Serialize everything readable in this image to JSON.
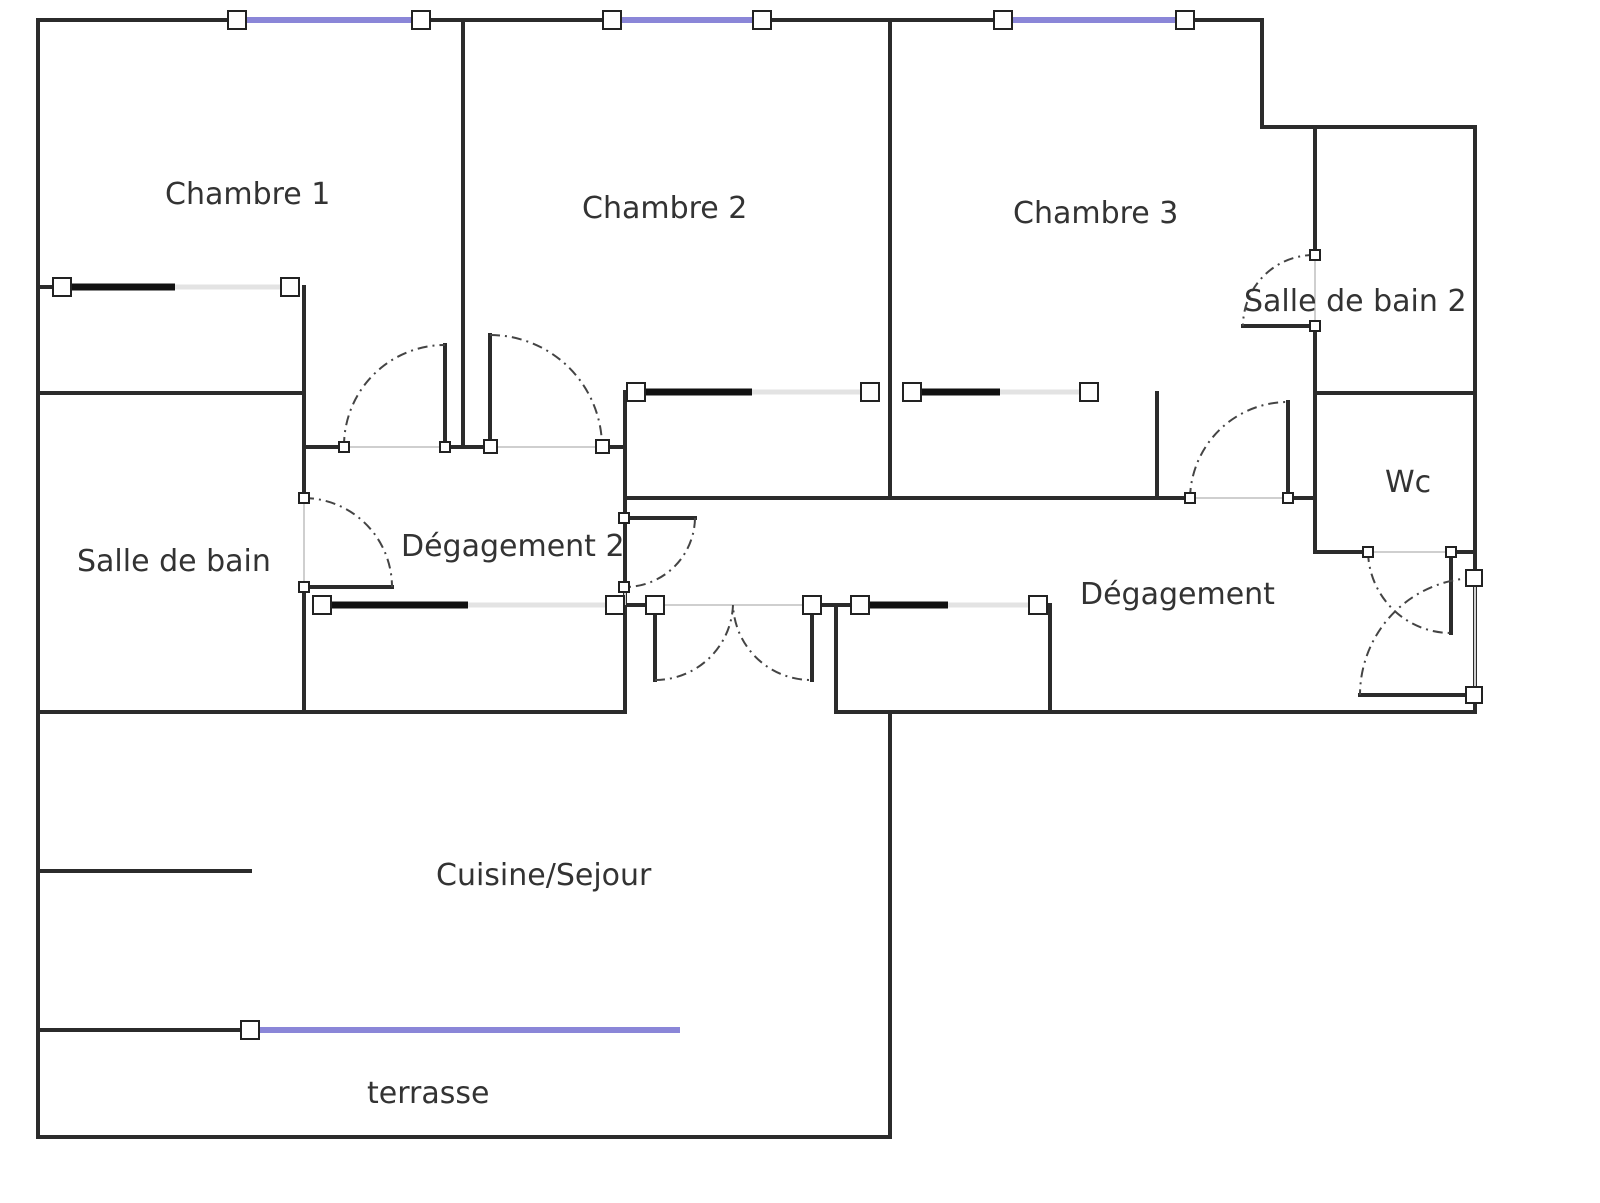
{
  "plan": {
    "rooms": {
      "chambre1": "Chambre 1",
      "chambre2": "Chambre 2",
      "chambre3": "Chambre 3",
      "salle_de_bain2": "Salle de bain 2",
      "wc": "Wc",
      "salle_de_bain": "Salle de bain",
      "degagement2": "Dégagement 2",
      "degagement": "Dégagement",
      "cuisine_sejour": "Cuisine/Sejour",
      "terrasse": "terrasse"
    },
    "colors": {
      "wall": "#2b2b2b",
      "window": "#8a86d8"
    }
  }
}
